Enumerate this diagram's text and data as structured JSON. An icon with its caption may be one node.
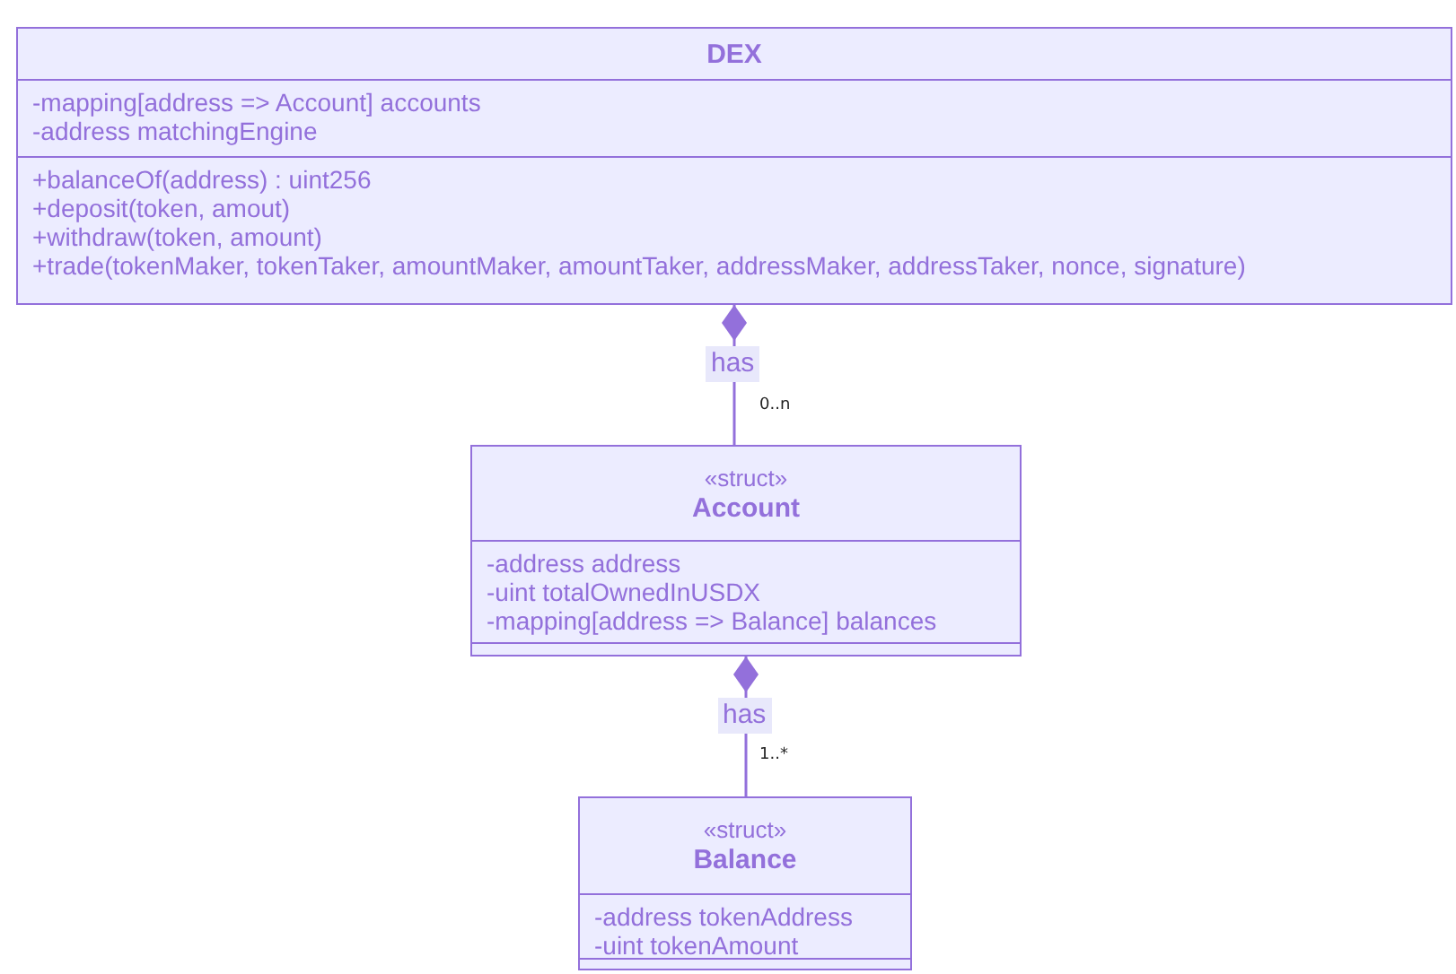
{
  "diagram": {
    "nodes": [
      {
        "text": [
          "DEX",
          "-mapping[address => Account] accounts",
          "-address matchingEngine",
          "+balanceOf(address) : uint256",
          "+deposit(token, amout)",
          "+withdraw(token, amount)",
          "+trade(tokenMaker, tokenTaker, amountMaker, amountTaker, addressMaker, addressTaker, nonce, signature)"
        ]
      },
      {
        "text": [
          "«struct»",
          "Account",
          "-address address",
          "-uint totalOwnedInUSDX",
          "-mapping[address => Balance] balances"
        ]
      },
      {
        "text": [
          "«struct»",
          "Balance",
          "-address tokenAddress",
          "-uint tokenAmount"
        ]
      }
    ],
    "edges": [
      {
        "from": 0,
        "to": 1,
        "arrow": "other",
        "label": "has"
      },
      {
        "from": 1,
        "to": 2,
        "arrow": "other",
        "label": "has"
      }
    ],
    "labels": [
      "0..n",
      "1..*"
    ]
  }
}
